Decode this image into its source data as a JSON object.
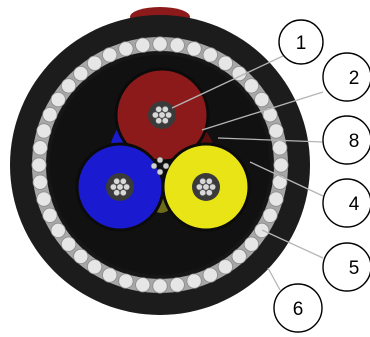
{
  "labels": [
    "1",
    "2",
    "8",
    "4",
    "5",
    "6"
  ],
  "colors": {
    "outer_sheath": "#1c1c1c",
    "armour_band": "#a7a7a7",
    "armour_wire": "#e6e6e6",
    "bedding": "#111111",
    "core_red": "#8c1a1a",
    "core_blue": "#1a1ad0",
    "core_yellow": "#e8e416",
    "filler_olive": "#6e6a1c",
    "conductor_strand": "#d9d9d9"
  }
}
